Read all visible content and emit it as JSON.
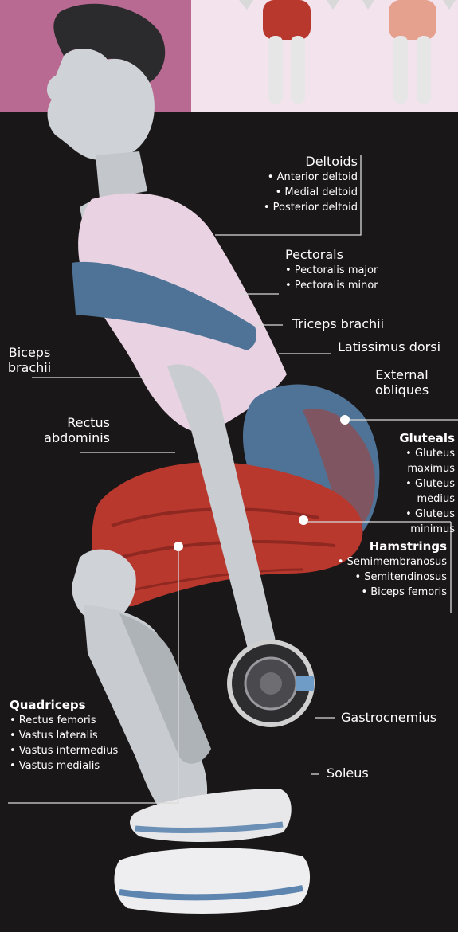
{
  "labels": {
    "deltoids": {
      "title": "Deltoids",
      "items": [
        "• Anterior deltoid",
        "• Medial deltoid",
        "• Posterior deltoid"
      ]
    },
    "pectorals": {
      "title": "Pectorals",
      "items": [
        "• Pectoralis major",
        "• Pectoralis minor"
      ]
    },
    "triceps": "Triceps brachii",
    "latissimus": "Latissimus dorsi",
    "external_obliques": [
      "External",
      "obliques"
    ],
    "biceps": [
      "Biceps",
      "brachii"
    ],
    "rectus_abdominis": [
      "Rectus",
      "abdominis"
    ],
    "gluteals": {
      "title": "Gluteals",
      "items": [
        "• Gluteus",
        "maximus",
        "• Gluteus",
        "medius",
        "• Gluteus",
        "minimus"
      ]
    },
    "hamstrings": {
      "title": "Hamstrings",
      "items": [
        "• Semimembranosus",
        "• Semitendinosus",
        "• Biceps femoris"
      ]
    },
    "quadriceps": {
      "title": "Quadriceps",
      "items": [
        "• Rectus femoris",
        "• Vastus lateralis",
        "• Vastus intermedius",
        "• Vastus medialis"
      ]
    },
    "gastrocnemius": "Gastrocnemius",
    "soleus": "Soleus"
  },
  "colors": {
    "background": "#1a1718",
    "top_left_panel": "#b86a92",
    "top_right_panel": "#f2e3ec",
    "muscle_red": "#b8382e",
    "top_blue": "#4f7396",
    "top_pink": "#ead3e3",
    "skin_gray": "#c9cccf"
  }
}
